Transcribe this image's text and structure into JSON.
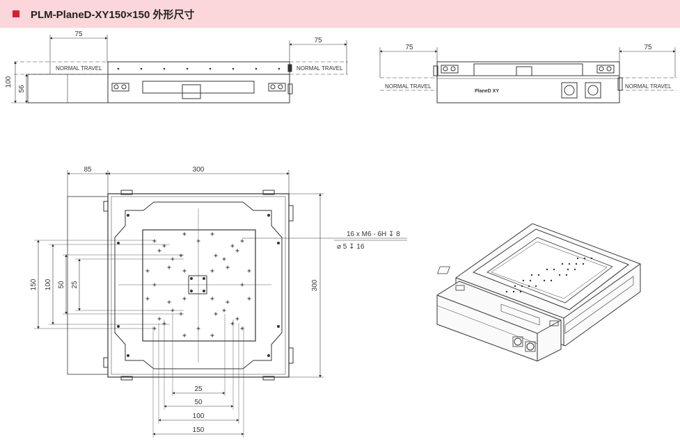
{
  "header": {
    "title": "PLM-PlaneD-XY150×150 外形尺寸",
    "accent_color": "#d21f2f",
    "band_color": "#fbd6da"
  },
  "side_view": {
    "dim_left_75": "75",
    "dim_right_75": "75",
    "height_total": "100",
    "height_lower": "56",
    "travel_left": "NORMAL TRAVEL",
    "travel_right": "NORMAL TRAVEL"
  },
  "front_view": {
    "dim_left_75": "75",
    "dim_right_75": "75",
    "travel_left": "NORMAL TRAVEL",
    "travel_right": "NORMAL TRAVEL",
    "label": "PlaneD XY"
  },
  "top_view": {
    "dim_85": "85",
    "dim_300_top": "300",
    "dim_300_right": "300",
    "hole_note_line1": "16 x M6 - 6H ↧ 8",
    "hole_note_line2": "⌀ 5 ↧ 16",
    "v_dims": [
      "150",
      "100",
      "50",
      "25"
    ],
    "h_dims": [
      "25",
      "50",
      "100",
      "150"
    ]
  }
}
